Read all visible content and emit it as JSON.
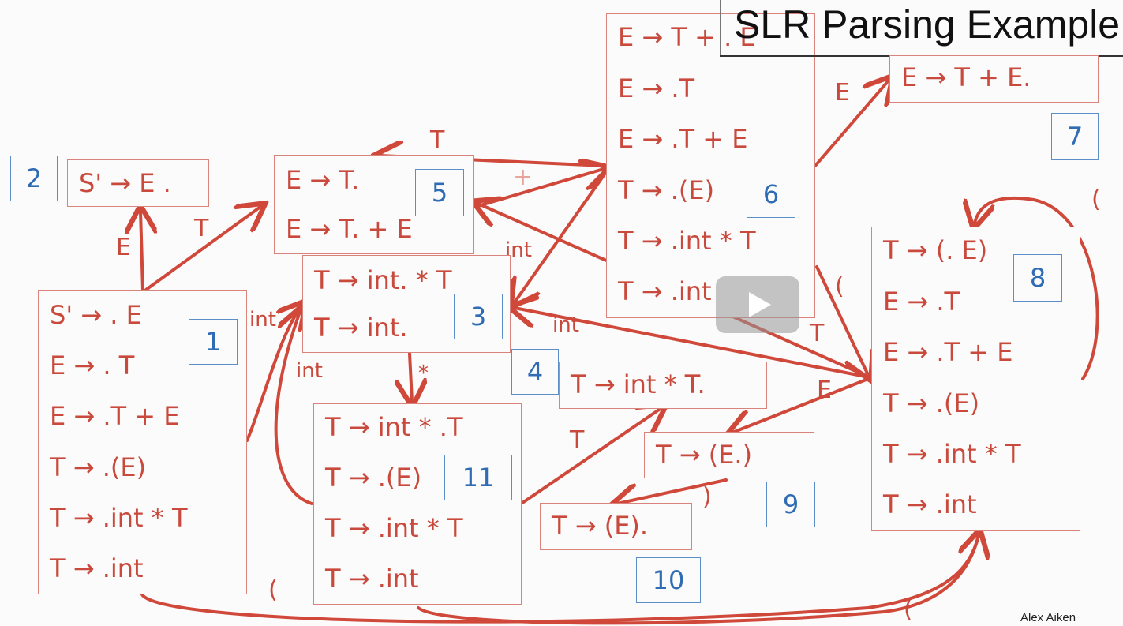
{
  "title": "SLR Parsing Example",
  "credit": "Alex Aiken",
  "colors": {
    "item_text": "#c94a3c",
    "edge": "#d0483a",
    "state_number": "#2f6cb3"
  },
  "states": [
    {
      "number": "1",
      "items": [
        "S' → . E",
        "E → . T",
        "E → .T + E",
        "T → .(E)",
        "T → .int * T",
        "T → .int"
      ]
    },
    {
      "number": "2",
      "items": [
        "S' → E ."
      ]
    },
    {
      "number": "3",
      "items": [
        "T → int. * T",
        "T → int."
      ]
    },
    {
      "number": "4",
      "items": [
        "T → int * T."
      ]
    },
    {
      "number": "5",
      "items": [
        "E → T.",
        "E → T. + E"
      ]
    },
    {
      "number": "6",
      "items": [
        "E → T + . E",
        "E → .T",
        "E → .T + E",
        "T → .(E)",
        "T → .int * T",
        "T → .int"
      ]
    },
    {
      "number": "7",
      "items": [
        "E → T + E."
      ]
    },
    {
      "number": "8",
      "items": [
        "T → (. E)",
        "E → .T",
        "E → .T + E",
        "T → .(E)",
        "T → .int * T",
        "T → .int"
      ]
    },
    {
      "number": "9",
      "items": [
        "T → (E.)"
      ]
    },
    {
      "number": "10",
      "items": [
        "T → (E)."
      ]
    },
    {
      "number": "11",
      "items": [
        "T → int * .T",
        "T → .(E)",
        "T → .int * T",
        "T → .int"
      ]
    }
  ],
  "edge_labels": {
    "e1_2": "E",
    "e1_5": "T",
    "e1_3": "int",
    "e11_3": "int",
    "e3_11": "*",
    "e6_5": "T",
    "e5_6": "+",
    "e6_3": "int",
    "e6_7": "E",
    "e6_8": "(",
    "e8_3": "int",
    "e8_5": "T",
    "e8_8": "(",
    "e8_9": "E",
    "e11_4": "T",
    "e9_10": ")",
    "e1_8": "(",
    "e11_8": "("
  }
}
